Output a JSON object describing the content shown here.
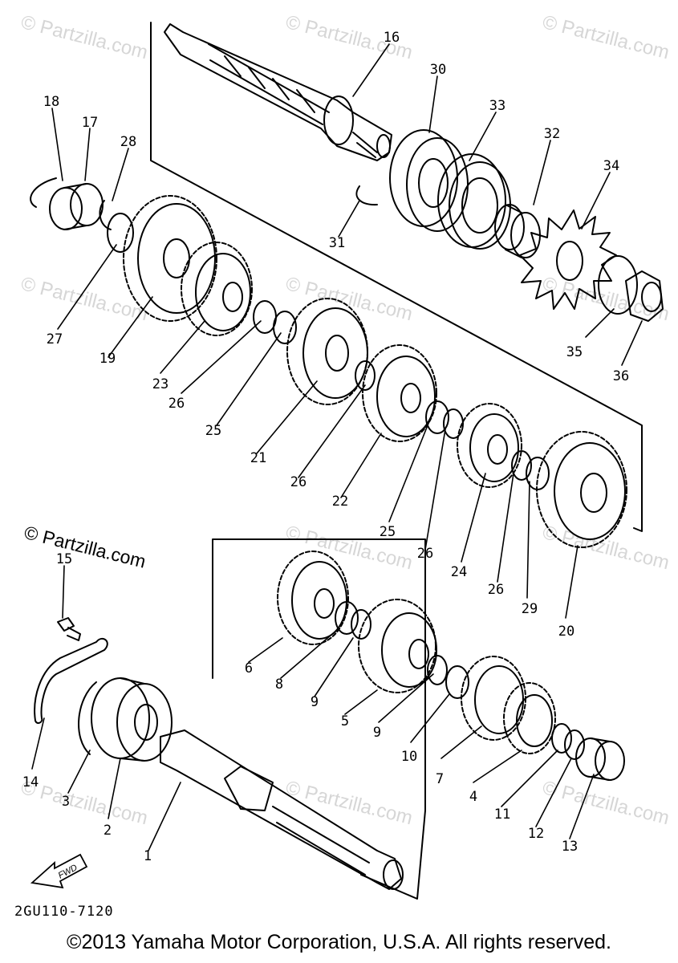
{
  "watermark_text": "© Partzilla.com",
  "diagram_code": "2GU110-7120",
  "copyright": "©2013 Yamaha Motor Corporation, U.S.A. All rights reserved.",
  "fwd_label": "FWD",
  "callouts": [
    "16",
    "30",
    "33",
    "32",
    "34",
    "18",
    "17",
    "28",
    "31",
    "27",
    "19",
    "23",
    "26",
    "25",
    "21",
    "26",
    "22",
    "25",
    "26",
    "24",
    "26",
    "29",
    "20",
    "15",
    "6",
    "8",
    "9",
    "5",
    "9",
    "10",
    "7",
    "4",
    "11",
    "12",
    "13",
    "14",
    "3",
    "2",
    "1",
    "35",
    "36"
  ]
}
